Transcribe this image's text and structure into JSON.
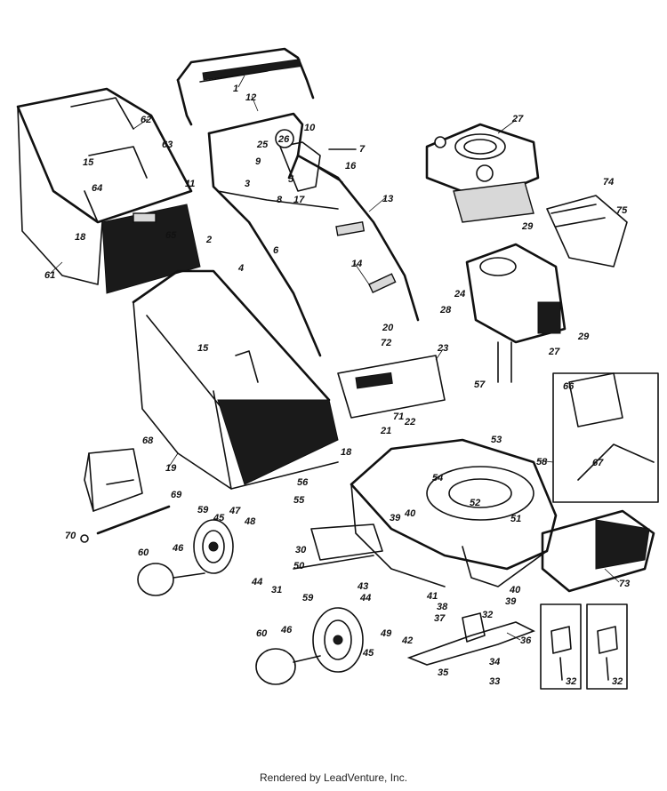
{
  "footer": {
    "credit": "Rendered by LeadVenture, Inc."
  },
  "labels": {
    "l1": "1",
    "l2": "2",
    "l3": "3",
    "l4": "4",
    "l5": "5",
    "l6": "6",
    "l7": "7",
    "l8": "8",
    "l9": "9",
    "l10": "10",
    "l11": "11",
    "l12": "12",
    "l13": "13",
    "l14": "14",
    "l15a": "15",
    "l15b": "15",
    "l16": "16",
    "l17": "17",
    "l18a": "18",
    "l18b": "18",
    "l19": "19",
    "l20": "20",
    "l21": "21",
    "l22": "22",
    "l23": "23",
    "l24": "24",
    "l25": "25",
    "l26": "26",
    "l27a": "27",
    "l27b": "27",
    "l28": "28",
    "l29a": "29",
    "l29b": "29",
    "l30": "30",
    "l31": "31",
    "l32a": "32",
    "l32b": "32",
    "l32c": "32",
    "l33": "33",
    "l34": "34",
    "l35": "35",
    "l36": "36",
    "l37": "37",
    "l38": "38",
    "l39a": "39",
    "l39b": "39",
    "l40a": "40",
    "l40b": "40",
    "l41": "41",
    "l42": "42",
    "l43": "43",
    "l44a": "44",
    "l44b": "44",
    "l45a": "45",
    "l45b": "45",
    "l46a": "46",
    "l46b": "46",
    "l47": "47",
    "l48": "48",
    "l49": "49",
    "l50": "50",
    "l51": "51",
    "l52": "52",
    "l53": "53",
    "l54": "54",
    "l55": "55",
    "l56": "56",
    "l57": "57",
    "l58": "58",
    "l59a": "59",
    "l59b": "59",
    "l60a": "60",
    "l60b": "60",
    "l61": "61",
    "l62": "62",
    "l63": "63",
    "l64": "64",
    "l65": "65",
    "l66": "66",
    "l67": "67",
    "l68": "68",
    "l69": "69",
    "l70": "70",
    "l71": "71",
    "l72": "72",
    "l73": "73",
    "l74": "74",
    "l75": "75"
  }
}
